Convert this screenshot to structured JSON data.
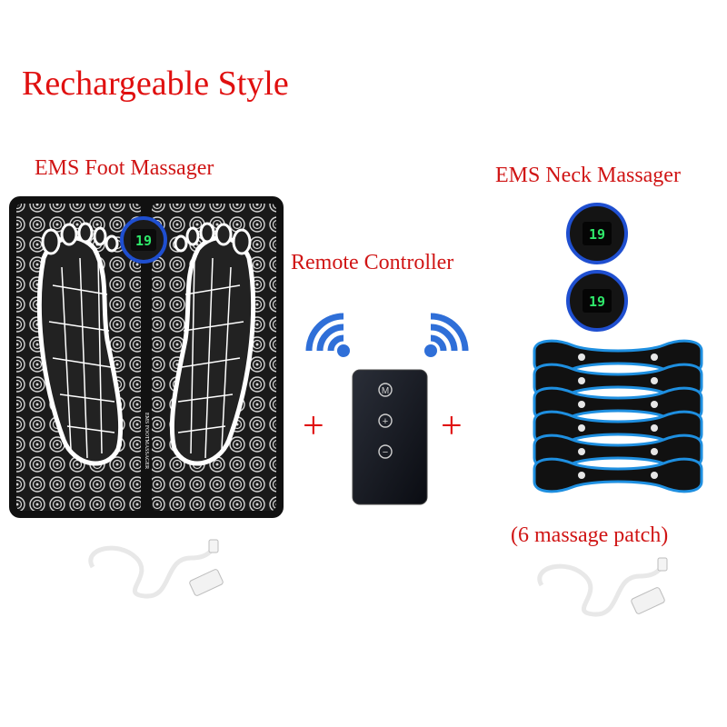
{
  "title": "Rechargeable Style",
  "foot_massager": {
    "label": "EMS Foot Massager",
    "display_value": "19",
    "mat_text": "EMS FOOTMASSAGER"
  },
  "remote": {
    "label": "Remote Controller",
    "buttons": [
      "M",
      "+",
      "−"
    ]
  },
  "neck_massager": {
    "label": "EMS Neck Massager",
    "display_value": "19",
    "patch_note": "(6 massage patch)"
  },
  "plus_sign": "+",
  "colors": {
    "title_red": "#e01010",
    "signal_blue": "#2f6fd8",
    "patch_blue": "#1e8fe0"
  }
}
